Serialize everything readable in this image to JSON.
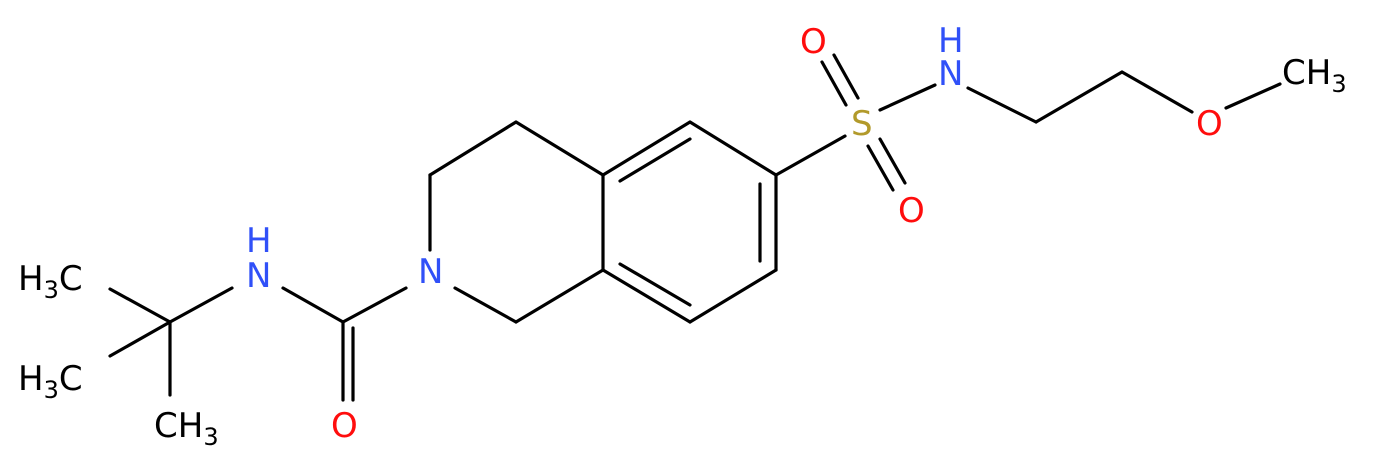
{
  "molecule": {
    "atoms": {
      "ch3_top_left": {
        "main": "H",
        "sub": "3",
        "tail": "C"
      },
      "ch3_mid_left": {
        "main": "H",
        "sub": "3",
        "tail": "C"
      },
      "ch3_bottom": {
        "main": "CH",
        "sub": "3"
      },
      "amide_nh_n": "N",
      "amide_nh_h": "H",
      "carbonyl_o": "O",
      "ring_n": "N",
      "sulfur": "S",
      "sulfonyl_o_top": "O",
      "sulfonyl_o_bottom": "O",
      "sulfonamide_n": "N",
      "sulfonamide_h": "H",
      "ether_o": "O",
      "methoxy_ch3": {
        "main": "CH",
        "sub": "3"
      }
    },
    "colors": {
      "nitrogen": "#3050F8",
      "oxygen": "#FF0D0D",
      "sulfur": "#B29A2B",
      "carbon": "#000000"
    }
  }
}
